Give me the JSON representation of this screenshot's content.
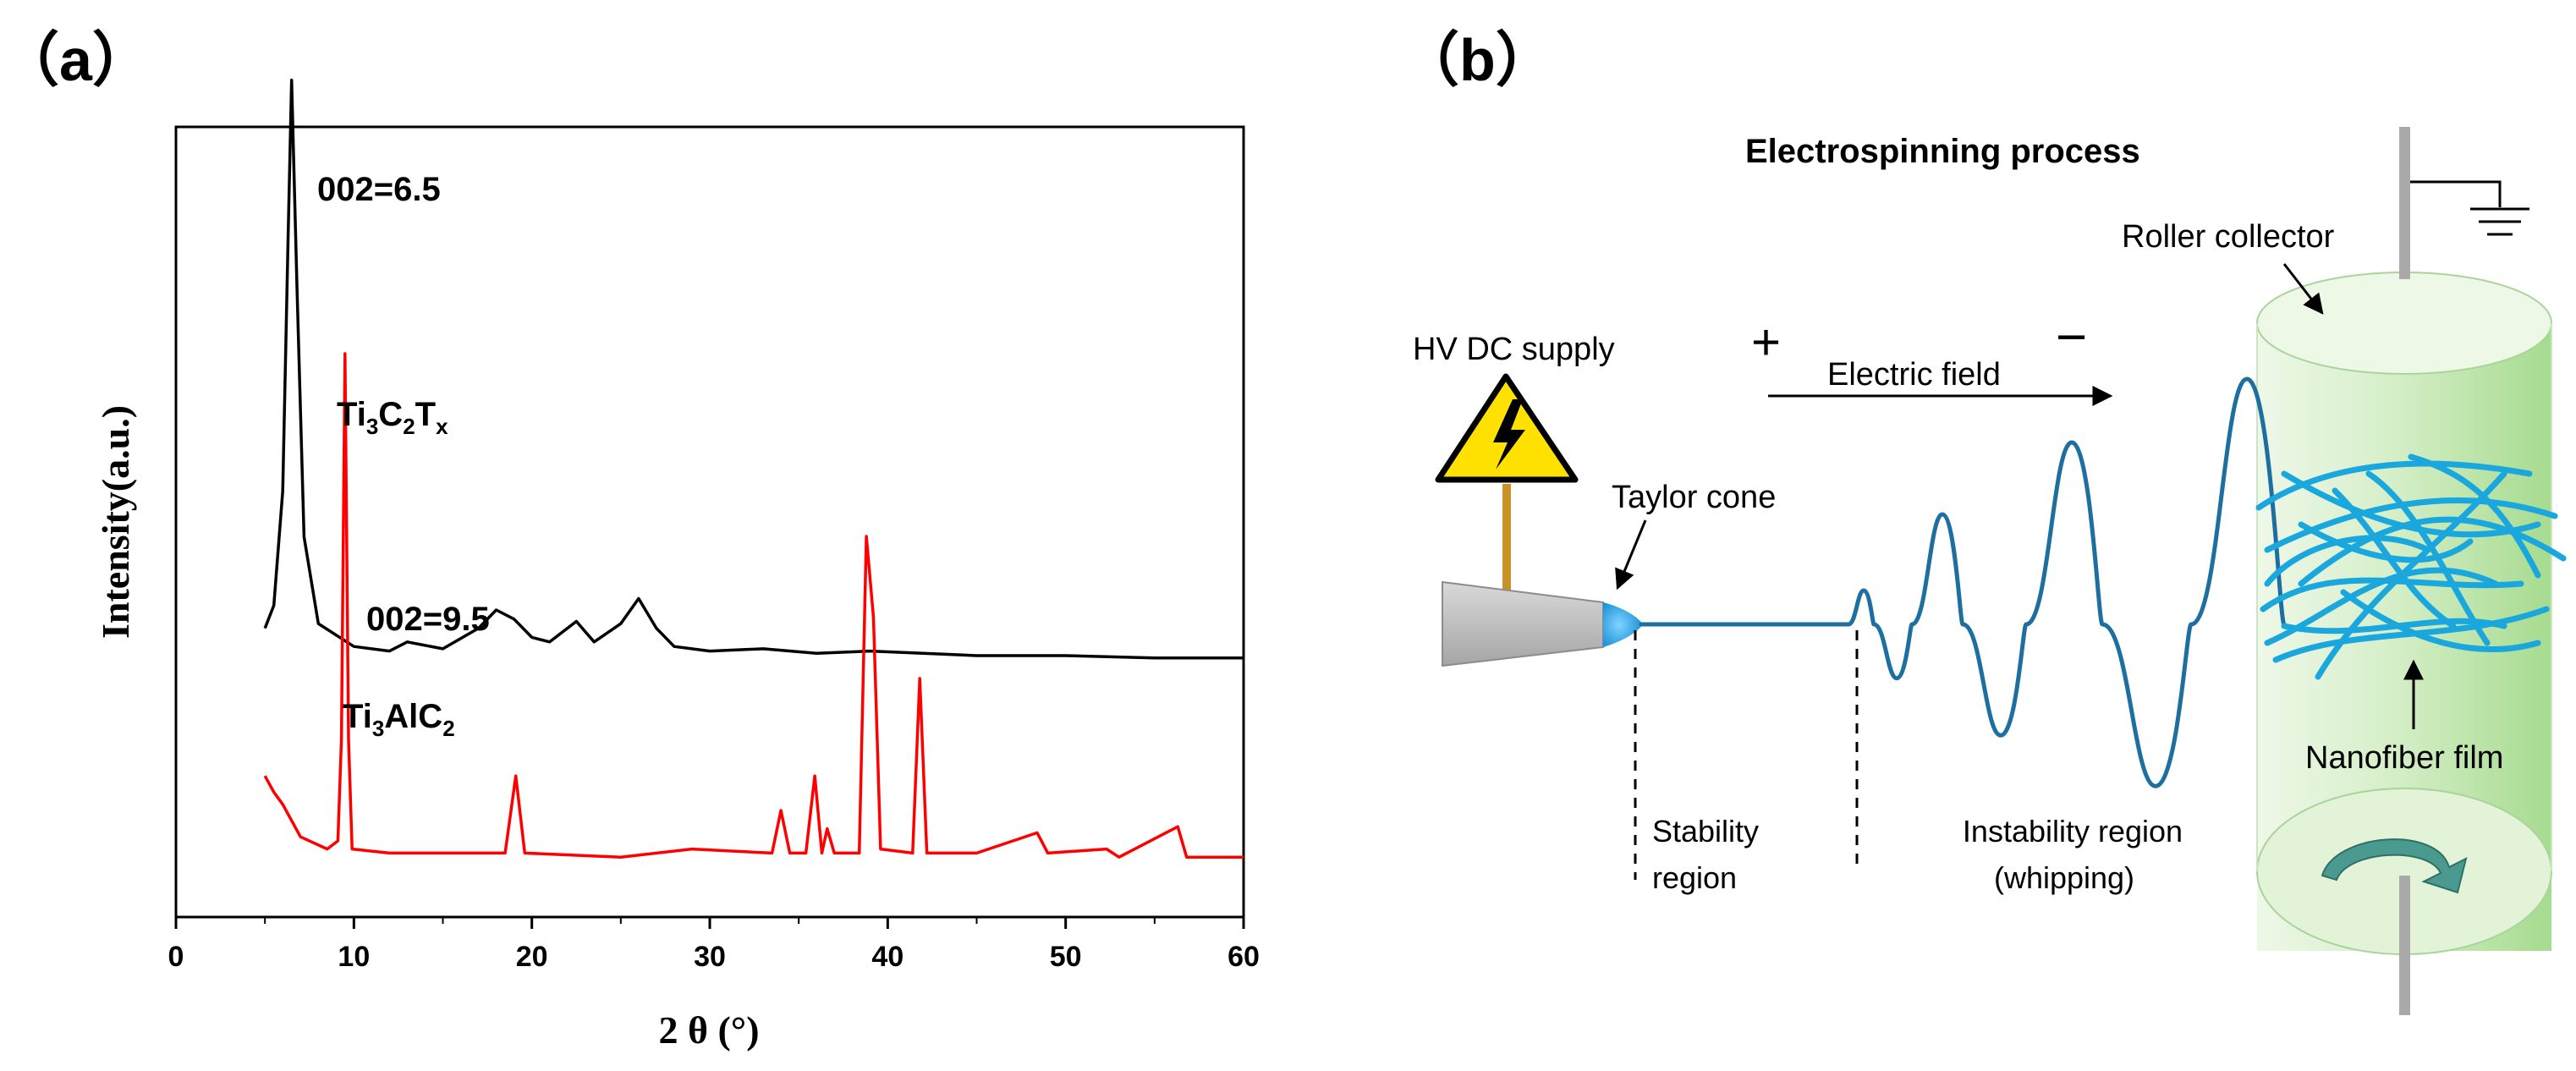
{
  "panel_a": {
    "label": "（a）",
    "y_axis_label": "Intensity(a.u.)",
    "x_axis_label": "2 θ (°)",
    "x_ticks": [
      "0",
      "10",
      "20",
      "30",
      "40",
      "50",
      "60"
    ],
    "xlim": [
      0,
      60
    ],
    "colors": {
      "top_series": "#000000",
      "bottom_series": "#ff0000"
    },
    "annotations": {
      "top_peak": "002=6.5",
      "top_formula": {
        "t1": "Ti",
        "s1": "3",
        "t2": "C",
        "s2": "2",
        "t3": "T",
        "s3": "x"
      },
      "bottom_peak": "002=9.5",
      "bottom_formula": {
        "t1": "Ti",
        "s1": "3",
        "t2": "AlC",
        "s2": "2"
      }
    }
  },
  "chart_data": {
    "type": "line",
    "title": "",
    "xlabel": "2 θ (°)",
    "ylabel": "Intensity(a.u.)",
    "xlim": [
      0,
      60
    ],
    "grid": false,
    "series": [
      {
        "name": "Ti3C2Tx",
        "color": "#000000",
        "baseline": 0.58,
        "points": [
          [
            5.0,
            0.7
          ],
          [
            5.5,
            0.8
          ],
          [
            6.0,
            1.3
          ],
          [
            6.3,
            2.4
          ],
          [
            6.5,
            3.1
          ],
          [
            6.8,
            2.2
          ],
          [
            7.2,
            1.1
          ],
          [
            8.0,
            0.72
          ],
          [
            10.0,
            0.62
          ],
          [
            12.0,
            0.6
          ],
          [
            13.0,
            0.64
          ],
          [
            15.0,
            0.61
          ],
          [
            17.0,
            0.7
          ],
          [
            18.0,
            0.78
          ],
          [
            19.0,
            0.74
          ],
          [
            20.0,
            0.66
          ],
          [
            21.0,
            0.64
          ],
          [
            22.5,
            0.73
          ],
          [
            23.5,
            0.64
          ],
          [
            25.0,
            0.72
          ],
          [
            26.0,
            0.83
          ],
          [
            27.0,
            0.7
          ],
          [
            28.0,
            0.62
          ],
          [
            30.0,
            0.6
          ],
          [
            33.0,
            0.61
          ],
          [
            36.0,
            0.59
          ],
          [
            39.0,
            0.6
          ],
          [
            42.0,
            0.59
          ],
          [
            45.0,
            0.58
          ],
          [
            50.0,
            0.58
          ],
          [
            55.0,
            0.57
          ],
          [
            60.0,
            0.57
          ]
        ]
      },
      {
        "name": "Ti3AlC2",
        "color": "#ff0000",
        "baseline": 0.0,
        "points": [
          [
            5.0,
            0.42
          ],
          [
            5.5,
            0.34
          ],
          [
            6.0,
            0.28
          ],
          [
            7.0,
            0.12
          ],
          [
            8.5,
            0.06
          ],
          [
            9.1,
            0.1
          ],
          [
            9.3,
            0.6
          ],
          [
            9.5,
            2.5
          ],
          [
            9.7,
            0.6
          ],
          [
            9.9,
            0.06
          ],
          [
            12.0,
            0.04
          ],
          [
            18.5,
            0.04
          ],
          [
            19.1,
            0.42
          ],
          [
            19.6,
            0.04
          ],
          [
            25.0,
            0.02
          ],
          [
            29.0,
            0.06
          ],
          [
            33.5,
            0.04
          ],
          [
            34.0,
            0.25
          ],
          [
            34.5,
            0.04
          ],
          [
            35.4,
            0.04
          ],
          [
            35.9,
            0.42
          ],
          [
            36.3,
            0.04
          ],
          [
            36.6,
            0.16
          ],
          [
            37.0,
            0.04
          ],
          [
            38.4,
            0.04
          ],
          [
            38.8,
            1.6
          ],
          [
            39.2,
            1.2
          ],
          [
            39.6,
            0.06
          ],
          [
            41.4,
            0.04
          ],
          [
            41.8,
            0.9
          ],
          [
            42.2,
            0.04
          ],
          [
            45.0,
            0.04
          ],
          [
            48.4,
            0.14
          ],
          [
            49.0,
            0.04
          ],
          [
            52.3,
            0.06
          ],
          [
            53.0,
            0.02
          ],
          [
            56.3,
            0.17
          ],
          [
            56.8,
            0.02
          ],
          [
            60.0,
            0.02
          ]
        ]
      }
    ]
  },
  "panel_b": {
    "label": "（b）",
    "title": "Electrospinning process",
    "hv_supply": "HV DC supply",
    "plus_sign": "+",
    "minus_sign": "−",
    "electric_field": "Electric field",
    "taylor_cone": "Taylor cone",
    "roller_collector": "Roller collector",
    "nanofiber_film": "Nanofiber film",
    "stability_line1": "Stability",
    "stability_line2": "region",
    "instability_line1": "Instability region",
    "instability_line2": "(whipping)",
    "warning_icon_name": "high-voltage-warning-icon",
    "colors": {
      "jet": "#1d6fa0",
      "fibers": "#1aa7de",
      "roller": "#bde3ae",
      "warning_yellow": "#ffe100",
      "needle": "#bbbbbb",
      "pole": "#a9a9a9",
      "rotation_arrow": "#4b9a8f"
    }
  }
}
